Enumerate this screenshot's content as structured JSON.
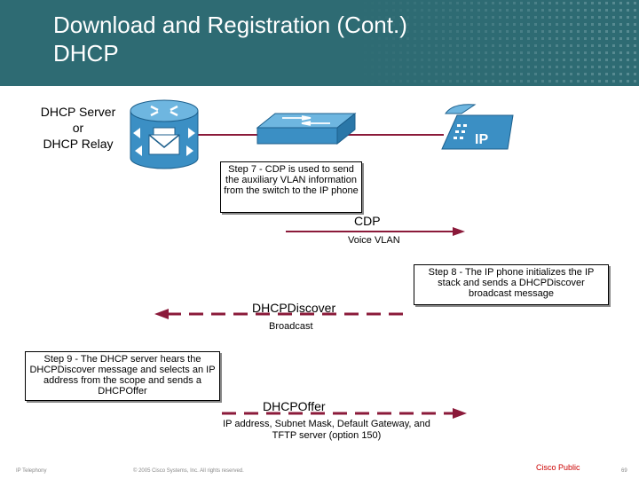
{
  "header": {
    "title_line1": "Download and Registration (Cont.)",
    "title_line2": "DHCP"
  },
  "devices": {
    "server_label_line1": "DHCP Server",
    "server_label_line2": "or",
    "server_label_line3": "DHCP Relay",
    "phone_badge": "IP"
  },
  "steps": {
    "step7": "Step 7 - CDP is used to send the auxiliary VLAN information from the switch to the IP phone",
    "step8": "Step 8 - The IP phone initializes the IP stack and sends a DHCPDiscover broadcast message",
    "step9": "Step 9 - The DHCP server hears the DHCPDiscover message and selects an IP address from the scope and sends a DHCPOffer"
  },
  "messages": {
    "cdp": "CDP",
    "cdp_sub": "Voice VLAN",
    "discover": "DHCPDiscover",
    "discover_sub": "Broadcast",
    "offer": "DHCPOffer",
    "offer_sub": "IP address, Subnet Mask, Default Gateway, and TFTP server (option 150)"
  },
  "footer": {
    "left": "IP Telephony",
    "center": "© 2005 Cisco Systems, Inc. All rights reserved.",
    "right": "Cisco Public",
    "page": "69"
  },
  "colors": {
    "header_bg": "#2e6b73",
    "arrow": "#8b1a3a",
    "device_blue": "#3b8fc4",
    "footer_public": "#cc0000"
  }
}
